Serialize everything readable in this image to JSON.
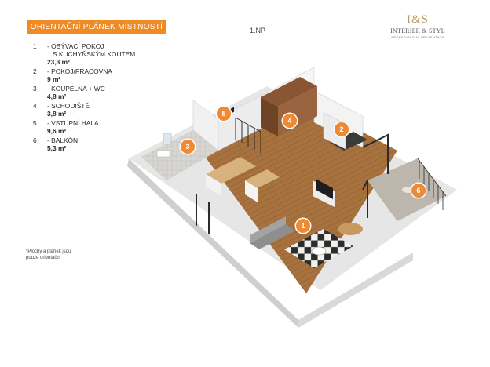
{
  "header": {
    "title": "ORIENTAČNÍ PLÁNEK MÍSTNOSTÍ",
    "floor": "1.NP"
  },
  "logo": {
    "monogram": "I&S",
    "name": "INTERIER & STYL",
    "tagline": "PROFESIONÁLNÍ PREZENTACE"
  },
  "rooms": [
    {
      "number": "1",
      "name_lines": [
        "- OBÝVACÍ POKOJ",
        "S KUCHYŇSKÝM KOUTEM"
      ],
      "area": "23,3 m²"
    },
    {
      "number": "2",
      "name_lines": [
        "- POKOJ/PRACOVNA"
      ],
      "area": "9 m²"
    },
    {
      "number": "3",
      "name_lines": [
        "- KOUPELNA + WC"
      ],
      "area": "4,8 m²"
    },
    {
      "number": "4",
      "name_lines": [
        "- SCHODIŠTĚ"
      ],
      "area": "3,8 m²"
    },
    {
      "number": "5",
      "name_lines": [
        "- VSTUPNÍ HALA"
      ],
      "area": "9,6 m²"
    },
    {
      "number": "6",
      "name_lines": [
        "- BALKÓN"
      ],
      "area": "5,3 m²"
    }
  ],
  "note": "*Plochy a plánek jsou pouze orientační",
  "colors": {
    "accent": "#f08a24",
    "badge": "#ee8a33",
    "wood": "#a8723f",
    "wall": "#e9e9e9"
  }
}
